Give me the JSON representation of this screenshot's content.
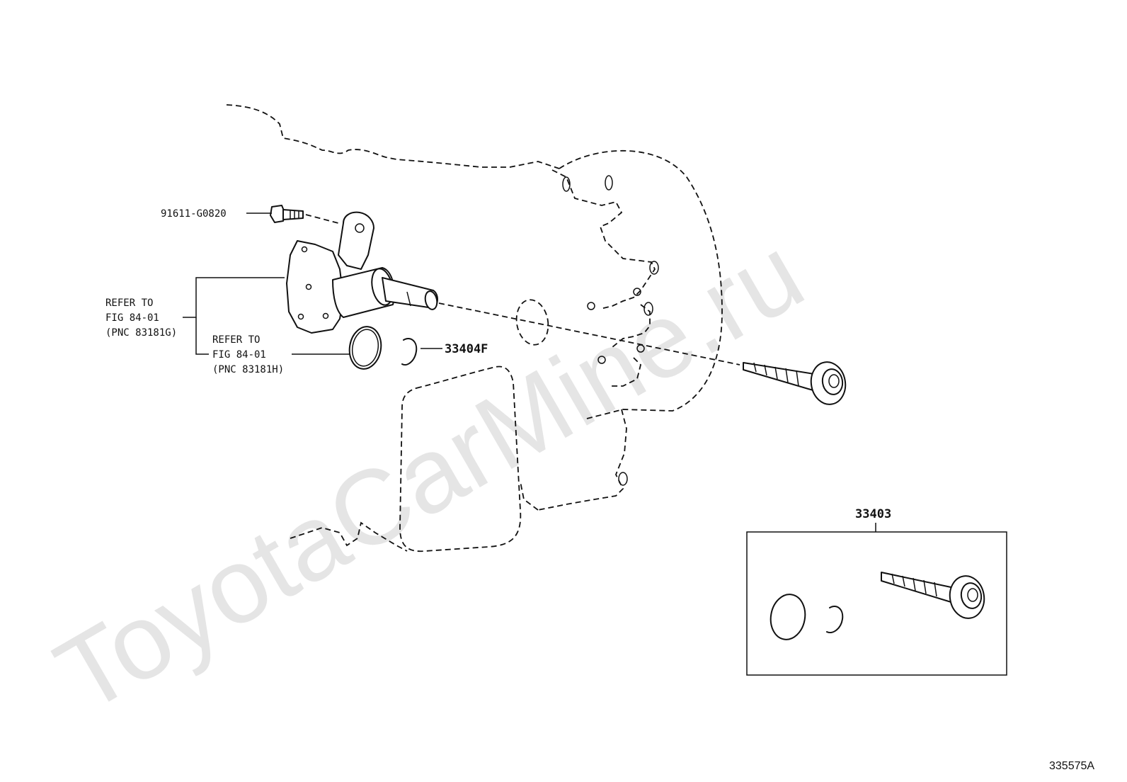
{
  "watermark": "ToyotaCarMine.ru",
  "callouts": {
    "bolt": "91611-G0820",
    "snap_ring": "33404F",
    "kit": "33403"
  },
  "refer_housing": {
    "line1": "REFER TO",
    "line2": "FIG 84-01",
    "line3": "(PNC 83181G)"
  },
  "refer_oring": {
    "line1": "REFER TO",
    "line2": "FIG 84-01",
    "line3": "(PNC 83181H)"
  },
  "figure_code": "335575A"
}
